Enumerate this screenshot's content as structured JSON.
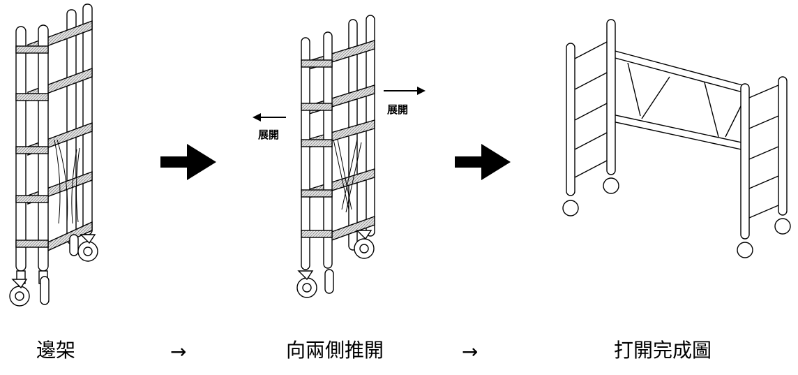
{
  "steps": [
    {
      "caption": "邊架"
    },
    {
      "caption": "向兩側推開"
    },
    {
      "caption": "打開完成圖"
    }
  ],
  "step_arrow_glyph": "→",
  "expand_label_left": "展開",
  "expand_label_right": "展開",
  "line_color": "#000000",
  "hatch_color": "#888888"
}
